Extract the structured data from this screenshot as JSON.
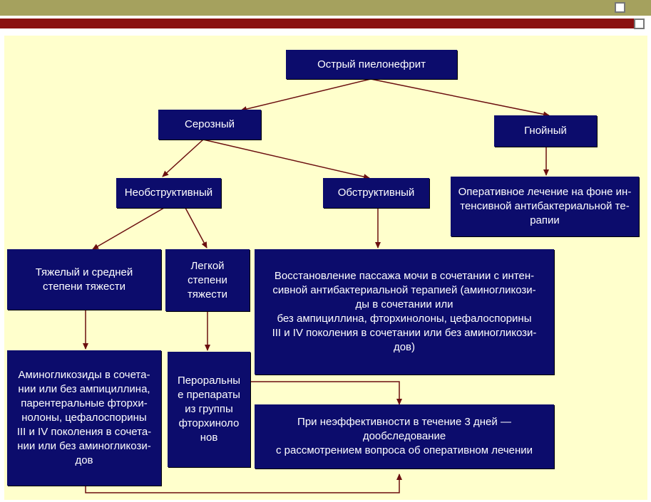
{
  "nodes": {
    "root": "Острый пиелонефрит",
    "serous": "Серозный",
    "purulent": "Гнойный",
    "nonobstructive": "Необструктивный",
    "obstructive": "Обструктивный",
    "surgical": "Оперативное лечение на фоне ин-\nтенсивной антибактериальной те-\nрапии",
    "severe": "Тяжелый и средней\nстепени тяжести",
    "mild": "Легкой\nстепени\nтяжести",
    "restore": "Восстановление пассажа мочи в сочетании с интен-\nсивной  антибактериальной терапией (аминогликози-\nды в сочетании или\nбез ампициллина, фторхинолоны, цефалоспорины\nIII и IV поколения в сочетании или без аминогликози-\nдов)",
    "aminoglyc": "Аминогликозиды в сочета-\nнии или без ампициллина,\nпарентеральные фторхи-\nнолоны, цефалоспорины\nIII и IV поколения в сочета-\nнии или без аминогликози-\nдов",
    "oral": "Пероральны\nе препараты\nиз группы\nфторхиноло\nнов",
    "ineffective": "При неэффективности в течение 3 дней —\nдообследование\nс рассмотрением вопроса об оперативном лечении"
  },
  "colors": {
    "node_bg": "#0c0c6c",
    "canvas_bg": "#ffffcc",
    "arrow": "#6b0f0f",
    "bar_top": "#a5a15e",
    "bar_dark": "#8a1010"
  }
}
